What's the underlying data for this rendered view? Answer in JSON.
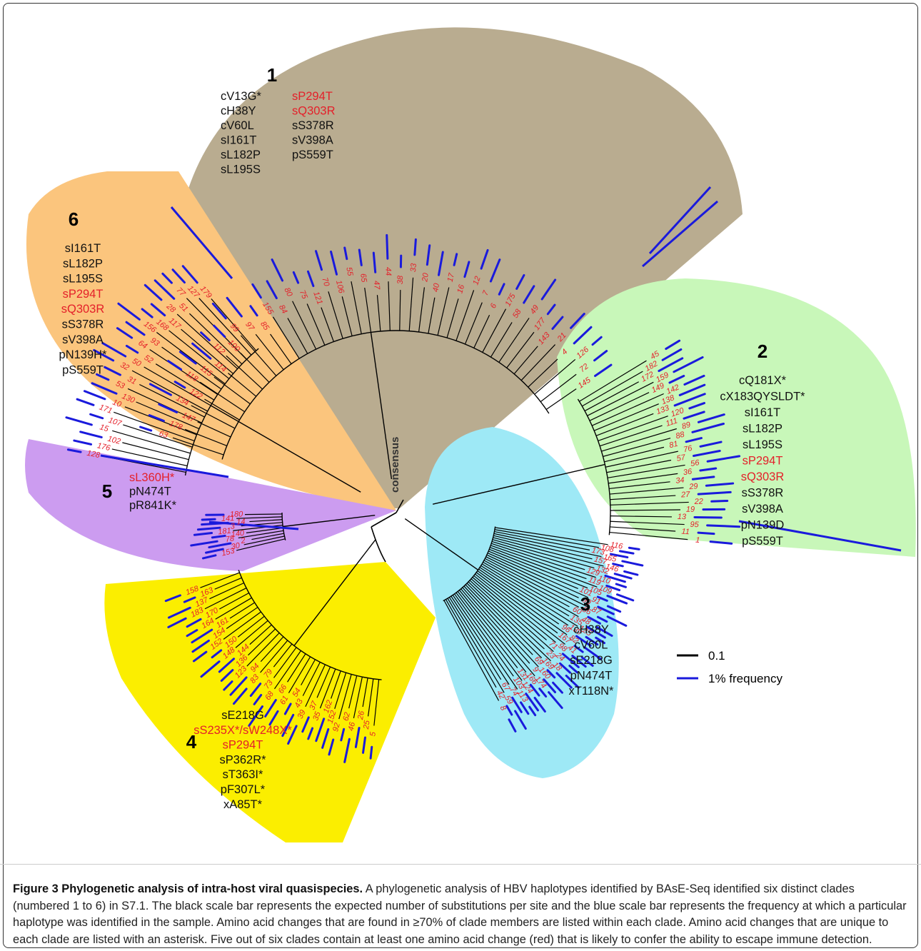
{
  "consensus_label": "consensus",
  "clades": [
    {
      "number": "1",
      "fill": "#b9ac90",
      "mutations": [
        {
          "text": "cV13G*",
          "red": false
        },
        {
          "text": "sP294T",
          "red": true
        },
        {
          "text": "cH38Y",
          "red": false
        },
        {
          "text": "sQ303R",
          "red": true
        },
        {
          "text": "cV60L",
          "red": false
        },
        {
          "text": "sS378R",
          "red": false
        },
        {
          "text": "sI161T",
          "red": false
        },
        {
          "text": "sV398A",
          "red": false
        },
        {
          "text": "sL182P",
          "red": false
        },
        {
          "text": "pS559T",
          "red": false
        },
        {
          "text": "sL195S",
          "red": false
        }
      ],
      "leaves": [
        "63",
        "178",
        "147",
        "134",
        "122",
        "118",
        "115",
        "114",
        "112",
        "100",
        "99",
        "97",
        "85",
        "155",
        "84",
        "80",
        "75",
        "121",
        "70",
        "106",
        "55",
        "65",
        "47",
        "44",
        "38",
        "33",
        "20",
        "40",
        "17",
        "16",
        "12",
        "7",
        "6",
        "175",
        "58",
        "49",
        "177",
        "143",
        "21",
        "4",
        "126",
        "72",
        "145"
      ]
    },
    {
      "number": "2",
      "fill": "#c8f7b9",
      "mutations": [
        {
          "text": "cQ181X*",
          "red": false
        },
        {
          "text": "cX183QYSLDT*",
          "red": false
        },
        {
          "text": "sI161T",
          "red": false
        },
        {
          "text": "sL182P",
          "red": false
        },
        {
          "text": "sL195S",
          "red": false
        },
        {
          "text": "sP294T",
          "red": true
        },
        {
          "text": "sQ303R",
          "red": true
        },
        {
          "text": "sS378R",
          "red": false
        },
        {
          "text": "sV398A",
          "red": false
        },
        {
          "text": "pN139D",
          "red": false
        },
        {
          "text": "pS559T",
          "red": false
        }
      ],
      "leaves": [
        "45",
        "182",
        "172",
        "159",
        "149",
        "142",
        "138",
        "133",
        "120",
        "111",
        "89",
        "88",
        "81",
        "76",
        "57",
        "56",
        "36",
        "34",
        "29",
        "27",
        "22",
        "19",
        "13",
        "95",
        "11",
        "1"
      ]
    },
    {
      "number": "3",
      "fill": "#9ee9f6",
      "mutations": [
        {
          "text": "cH38Y",
          "red": false
        },
        {
          "text": "cV60L",
          "red": false
        },
        {
          "text": "sE218G",
          "red": false
        },
        {
          "text": "pN474T",
          "red": false
        },
        {
          "text": "xT118N*",
          "red": false
        }
      ],
      "leaves": [
        "116",
        "108",
        "173",
        "165",
        "157",
        "146",
        "132",
        "129",
        "110",
        "119",
        "109",
        "105",
        "101",
        "91",
        "90",
        "87",
        "86",
        "60",
        "48",
        "135",
        "125",
        "139",
        "96",
        "82",
        "167",
        "41",
        "98",
        "71",
        "24",
        "23",
        "18",
        "169",
        "69",
        "160",
        "9",
        "174",
        "166",
        "131",
        "124",
        "103",
        "113",
        "74",
        "67",
        "59",
        "42",
        "8"
      ]
    },
    {
      "number": "4",
      "fill": "#fbee00",
      "mutations": [
        {
          "text": "sE218G",
          "red": false
        },
        {
          "text": "sS235X*/sW248X*",
          "red": true
        },
        {
          "text": "sP294T",
          "red": true
        },
        {
          "text": "sP362R*",
          "red": false
        },
        {
          "text": "sT363I*",
          "red": false
        },
        {
          "text": "pF307L*",
          "red": false
        },
        {
          "text": "xA85T*",
          "red": false
        }
      ],
      "leaves": [
        "5",
        "25",
        "26",
        "46",
        "62",
        "92",
        "152",
        "162",
        "35",
        "37",
        "39",
        "43",
        "54",
        "61",
        "66",
        "68",
        "73",
        "79",
        "83",
        "94",
        "123",
        "136",
        "144",
        "148",
        "150",
        "152",
        "154",
        "161",
        "164",
        "170",
        "183",
        "137",
        "163",
        "158"
      ]
    },
    {
      "number": "5",
      "fill": "#cc9cf0",
      "mutations": [
        {
          "text": "sL360H*",
          "red": true
        },
        {
          "text": "pN474T",
          "red": false
        },
        {
          "text": "pR841K*",
          "red": false
        }
      ],
      "leaves": [
        "153",
        "30",
        "2",
        "78",
        "140",
        "181",
        "3",
        "14",
        "141",
        "180"
      ]
    },
    {
      "number": "6",
      "fill": "#fbc57d",
      "mutations": [
        {
          "text": "sI161T",
          "red": false
        },
        {
          "text": "sL182P",
          "red": false
        },
        {
          "text": "sL195S",
          "red": false
        },
        {
          "text": "sP294T",
          "red": true
        },
        {
          "text": "sQ303R",
          "red": true
        },
        {
          "text": "sS378R",
          "red": false
        },
        {
          "text": "sV398A",
          "red": false
        },
        {
          "text": "pN139H*",
          "red": false
        },
        {
          "text": "pS559T",
          "red": false
        }
      ],
      "leaves": [
        "128",
        "176",
        "102",
        "15",
        "107",
        "171",
        "10",
        "130",
        "53",
        "31",
        "32",
        "50",
        "52",
        "64",
        "93",
        "156",
        "168",
        "117",
        "28",
        "51",
        "77",
        "127",
        "179"
      ]
    }
  ],
  "legend": {
    "scale_label": "0.1",
    "frequency_label": "1% frequency",
    "scale_color": "#000000",
    "frequency_color": "#1a1adc"
  },
  "colors": {
    "leaf_label": "#e4202a",
    "branch": "#000000",
    "frequency_bar": "#1a1adc"
  },
  "caption": {
    "title": "Figure 3 Phylogenetic analysis of intra-host viral quasispecies.",
    "body": " A phylogenetic analysis of HBV haplotypes identified by BAsE-Seq identified six distinct clades (numbered 1 to 6) in S7.1. The black scale bar represents the expected number of substitutions per site and the blue scale bar represents the frequency at which a particular haplotype was identified in the sample. Amino acid changes that are found in ≥70% of clade members are listed within each clade. Amino acid changes that are unique to each clade are listed with an asterisk. Five out of six clades contain at least one amino acid change (red) that is likely to confer the ability to escape immune detection."
  }
}
